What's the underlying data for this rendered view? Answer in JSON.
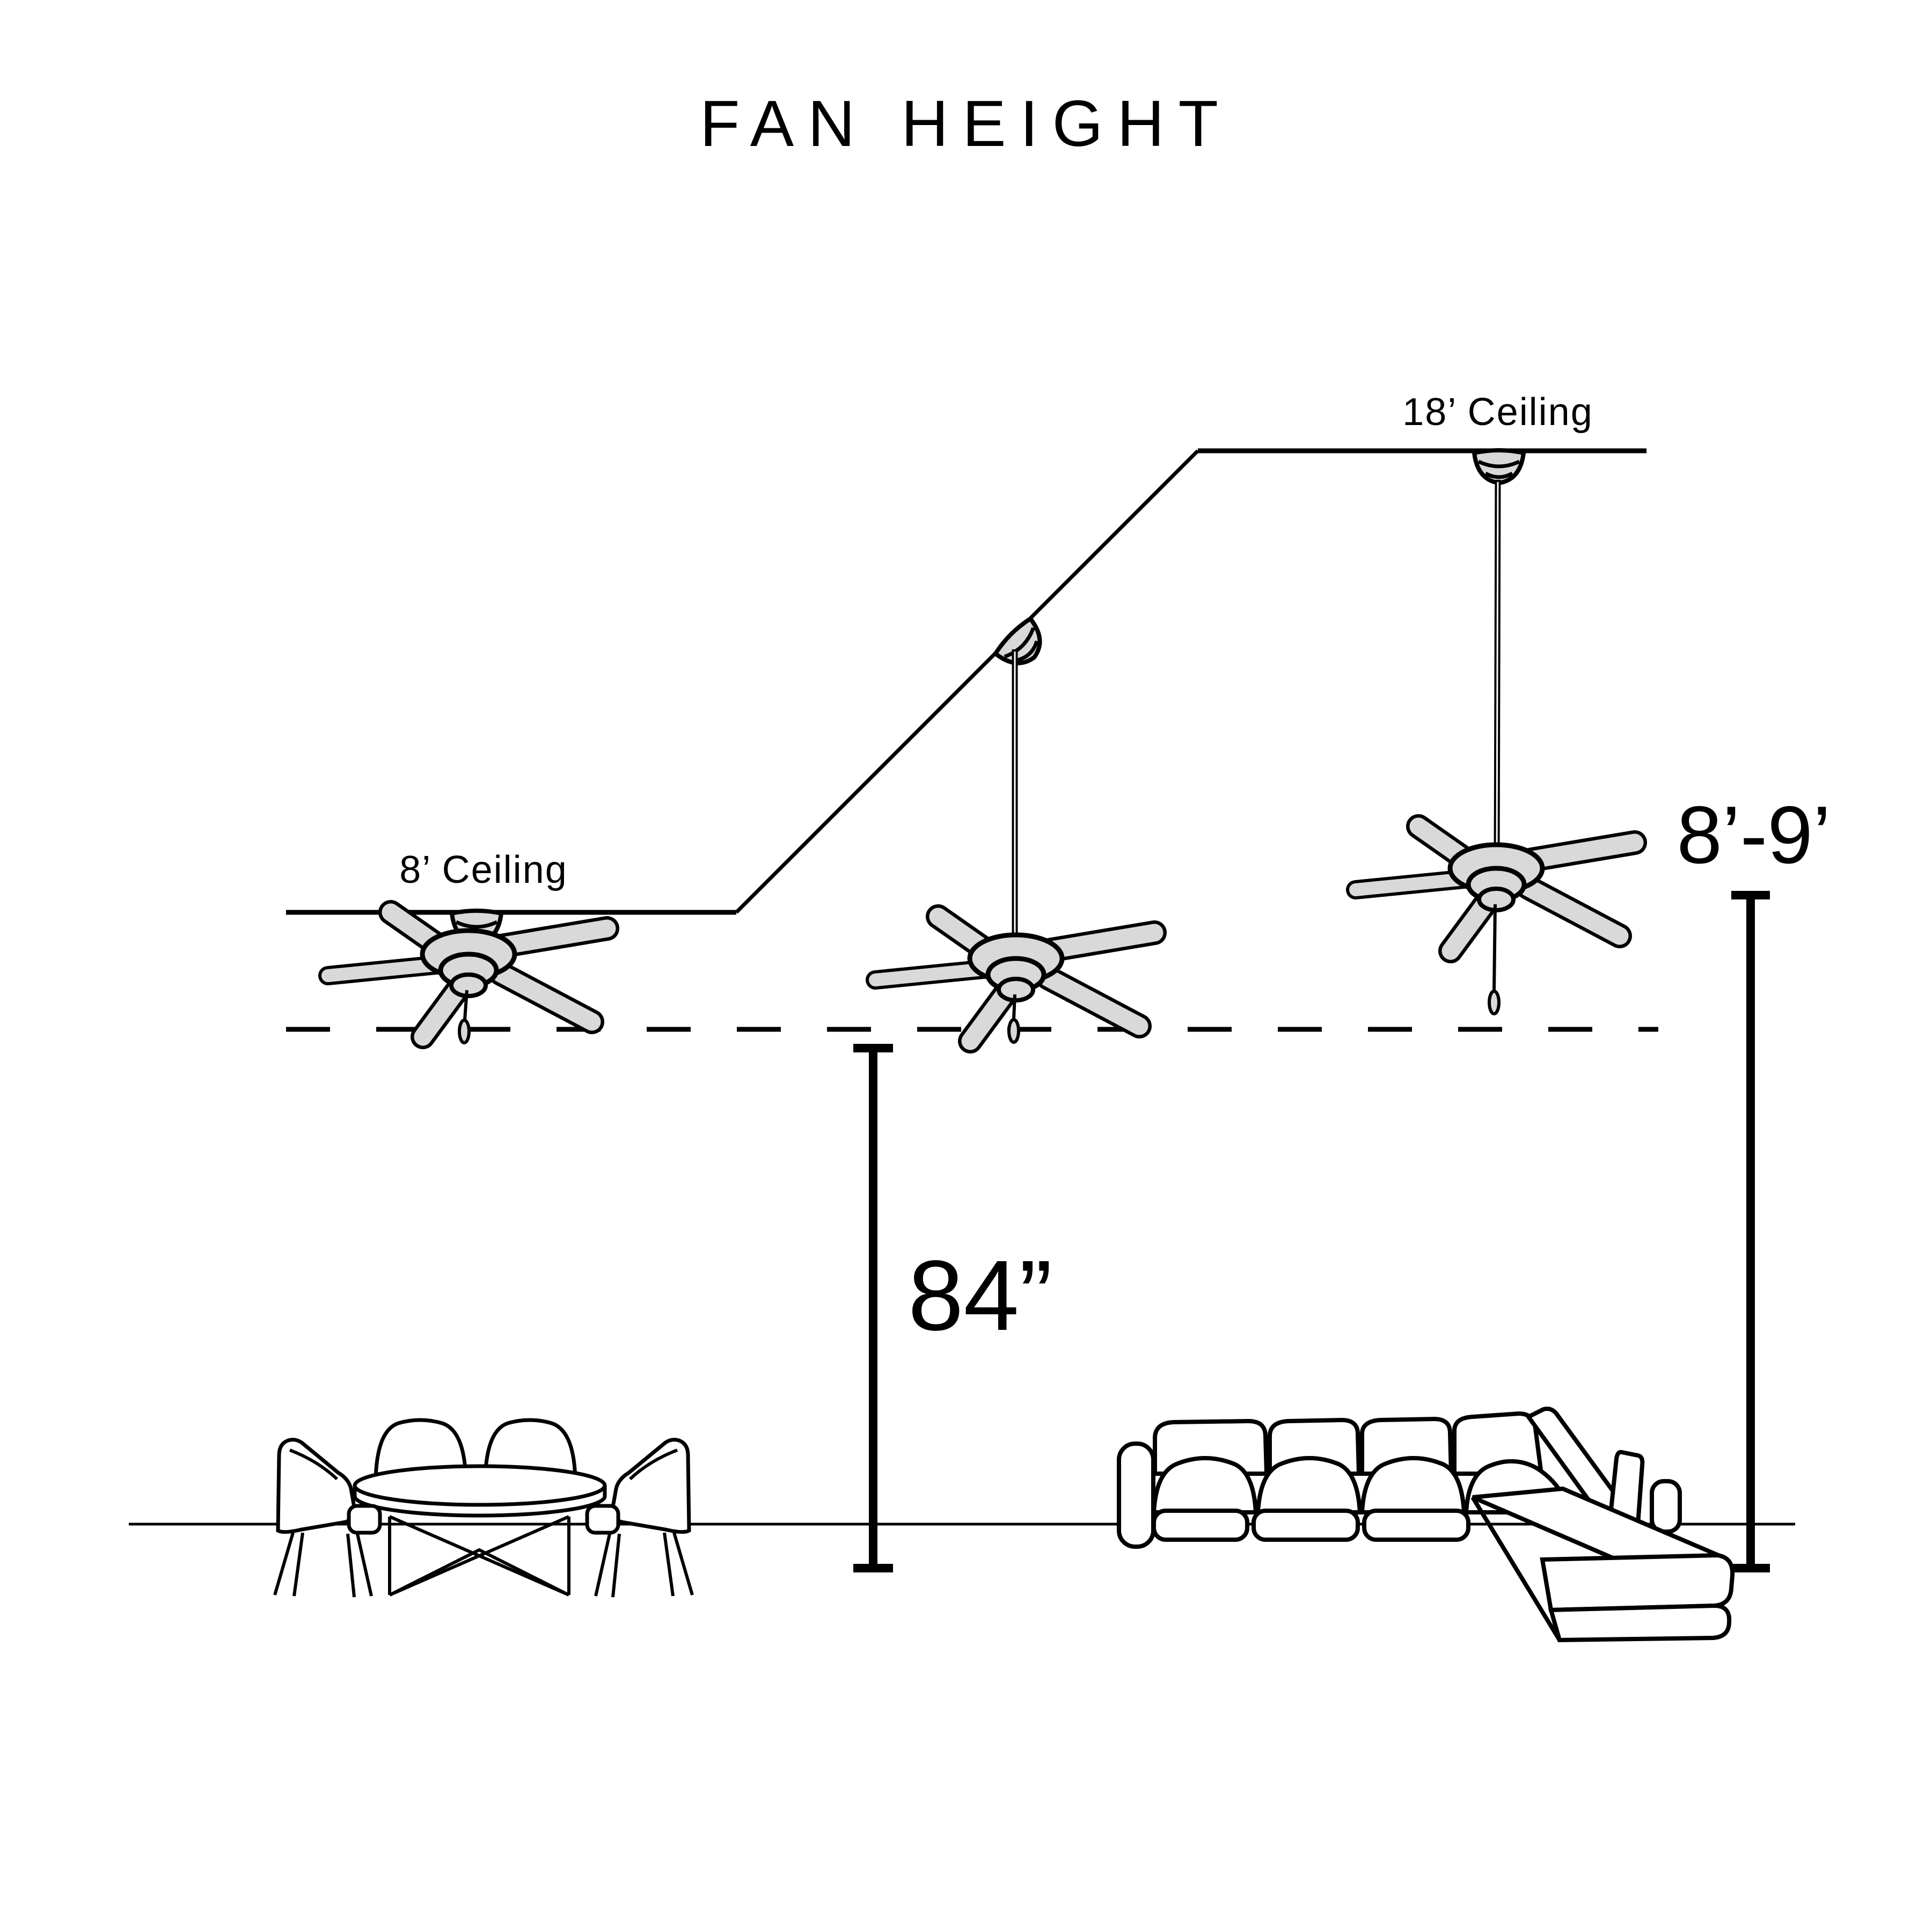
{
  "title": "FAN HEIGHT",
  "labels": {
    "ceiling_left": "8’ Ceiling",
    "ceiling_right": "18’ Ceiling",
    "mount_range": "8’-9’",
    "floor_clearance": "84”"
  },
  "colors": {
    "line": "#000000",
    "fan_fill": "#d9d9d9",
    "background": "#ffffff"
  }
}
